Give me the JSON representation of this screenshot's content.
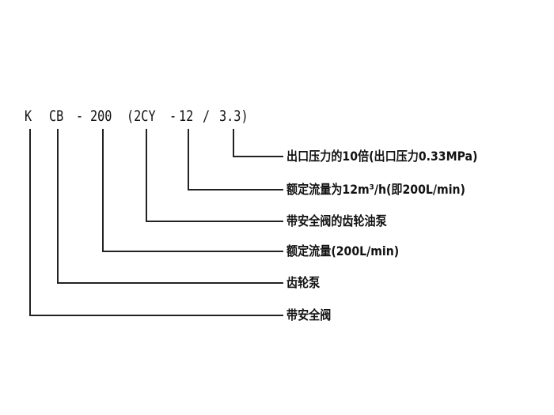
{
  "code": {
    "k": "K",
    "cb": "CB",
    "dash1": "-",
    "flow": "200",
    "open": "(2CY",
    "dash2": "-",
    "rate": "12",
    "slash": "/",
    "press": "3.3)"
  },
  "labels": [
    "出口压力的10倍(出口压力0.33MPa)",
    "额定流量为12m³/h(即200L/min)",
    "带安全阀的齿轮油泵",
    "额定流量(200L/min)",
    "齿轮泵",
    "带安全阀"
  ]
}
